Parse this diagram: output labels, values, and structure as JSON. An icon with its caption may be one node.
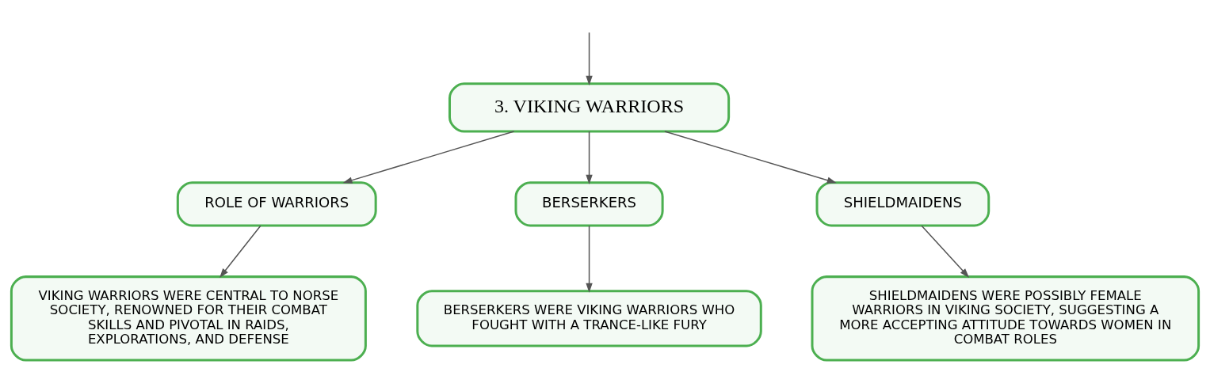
{
  "diagram": {
    "nodes": [
      {
        "text": [
          "3. VIKING WARRIORS"
        ]
      },
      {
        "text": [
          "ROLE OF WARRIORS"
        ]
      },
      {
        "text": [
          "BERSERKERS"
        ]
      },
      {
        "text": [
          "SHIELDMAIDENS"
        ]
      },
      {
        "text": [
          "VIKING WARRIORS WERE CENTRAL TO NORSE SOCIETY, RENOWNED FOR THEIR COMBAT SKILLS AND PIVOTAL IN RAIDS, EXPLORATIONS, AND DEFENSE"
        ]
      },
      {
        "text": [
          "BERSERKERS WERE VIKING WARRIORS WHO FOUGHT WITH A TRANCE-LIKE FURY"
        ]
      },
      {
        "text": [
          "SHIELDMAIDENS WERE POSSIBLY FEMALE WARRIORS IN VIKING SOCIETY, SUGGESTING A MORE ACCEPTING ATTITUDE TOWARDS WOMEN IN COMBAT ROLES"
        ]
      }
    ],
    "edges": [
      {
        "from": null,
        "to": 0,
        "arrow": "to"
      },
      {
        "from": 0,
        "to": 1,
        "arrow": "to"
      },
      {
        "from": 0,
        "to": 2,
        "arrow": "to"
      },
      {
        "from": 0,
        "to": 3,
        "arrow": "to"
      },
      {
        "from": 1,
        "to": 4,
        "arrow": "to"
      },
      {
        "from": 2,
        "to": 5,
        "arrow": "to"
      },
      {
        "from": 3,
        "to": 6,
        "arrow": "to"
      }
    ]
  }
}
